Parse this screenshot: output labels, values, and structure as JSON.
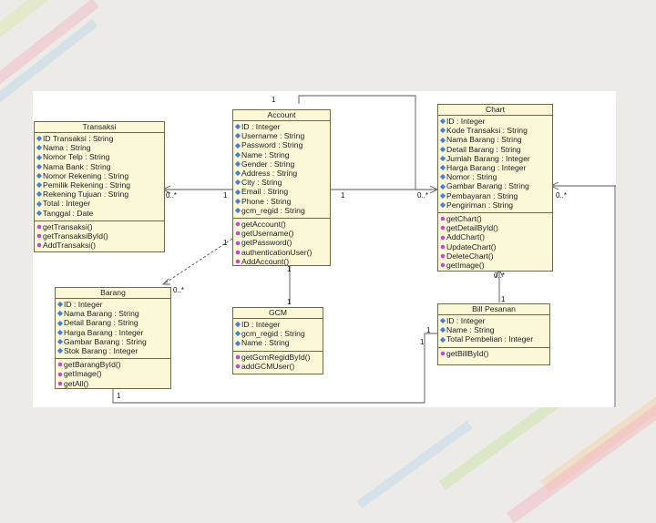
{
  "classes": {
    "transaksi": {
      "name": "Transaksi",
      "attributes": [
        "ID Transaksi : String",
        "Nama : String",
        "Nomor Telp : String",
        "Nama Bank : String",
        "Nomor Rekening : String",
        "Pemilik Rekening : String",
        "Rekening Tujuan : String",
        "Total : Integer",
        "Tanggal : Date"
      ],
      "operations": [
        "getTransaksi()",
        "getTransaksiById()",
        "AddTransaksi()"
      ]
    },
    "account": {
      "name": "Account",
      "attributes": [
        "ID : Integer",
        "Username : String",
        "Password : String",
        "Name : String",
        "Gender : String",
        "Address : String",
        "City : String",
        "Email : String",
        "Phone : String",
        "gcm_regid : String"
      ],
      "operations": [
        "getAccount()",
        "getUsername()",
        "getPassword()",
        "authenticationUser()",
        "AddAccount()"
      ]
    },
    "chart": {
      "name": "Chart",
      "attributes": [
        "ID : Integer",
        "Kode Transaksi : String",
        "Nama Barang : String",
        "Detail Barang : String",
        "Jumlah Barang : Integer",
        "Harga Barang : Integer",
        "Nomor : String",
        "Gambar Barang : String",
        "Pembayaran : String",
        "Pengiriman : String"
      ],
      "operations": [
        "getChart()",
        "getDetailById()",
        "AddChart()",
        "UpdateChart()",
        "DeleteChart()",
        "getImage()"
      ]
    },
    "barang": {
      "name": "Barang",
      "attributes": [
        "ID : Integer",
        "Nama Barang : String",
        "Detail Barang : String",
        "Harga Barang : Integer",
        "Gambar Barang : String",
        "Stok Barang : Integer"
      ],
      "operations": [
        "getBarangById()",
        "getImage()",
        "getAll()"
      ]
    },
    "gcm": {
      "name": "GCM",
      "attributes": [
        "ID : Integer",
        "gcm_regid : String",
        "Name : String"
      ],
      "operations": [
        "getGcmRegidById()",
        "addGCMUser()"
      ]
    },
    "bill": {
      "name": "Bill Pesanan",
      "attributes": [
        "ID : Integer",
        "Name : String",
        "Total Pembelian : Integer"
      ],
      "operations": [
        "getBillById()"
      ]
    }
  },
  "multiplicities": {
    "top_account": "1",
    "transaksi_many": "0..*",
    "account_left": "1",
    "account_left_lower": "1",
    "account_right": "1",
    "chart_left": "0..*",
    "chart_right": "0..*",
    "barang_many": "0..*",
    "account_bottom": "1",
    "gcm_top": "1",
    "chart_bottom": "0..*",
    "bill_top": "1",
    "bill_left_top": "1",
    "bill_left": "1",
    "barang_bottom": "1"
  },
  "colors": {
    "class_fill": "#fbf8d8",
    "class_border": "#6e6a48",
    "attribute_icon": "#4a7fd0",
    "operation_icon": "#c04ad0",
    "line": "#555555"
  }
}
